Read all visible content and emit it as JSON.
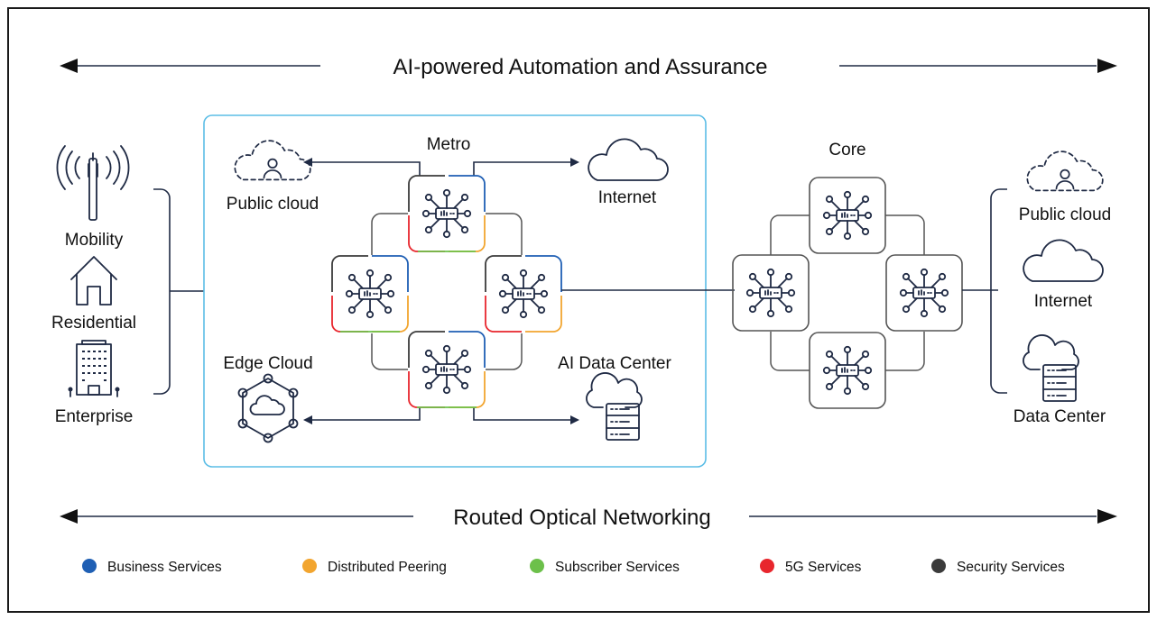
{
  "banner_top": "AI-powered Automation and Assurance",
  "banner_bottom": "Routed Optical Networking",
  "access": {
    "mobility": "Mobility",
    "residential": "Residential",
    "enterprise": "Enterprise"
  },
  "metro": {
    "title": "Metro",
    "public_cloud": "Public cloud",
    "internet": "Internet",
    "edge_cloud": "Edge Cloud",
    "ai_data_center": "AI Data Center"
  },
  "core": {
    "title": "Core",
    "public_cloud": "Public cloud",
    "internet": "Internet",
    "data_center": "Data Center"
  },
  "legend": [
    {
      "label": "Business Services",
      "color": "#1f5fb4"
    },
    {
      "label": "Distributed Peering",
      "color": "#f2a52f"
    },
    {
      "label": "Subscriber Services",
      "color": "#6cc04a"
    },
    {
      "label": "5G Services",
      "color": "#e8262d"
    },
    {
      "label": "Security Services",
      "color": "#3b3b3b"
    }
  ],
  "colors": {
    "metro_box_border": "#5bbde6",
    "line": "#1f2a44",
    "router_border": "#555555"
  }
}
